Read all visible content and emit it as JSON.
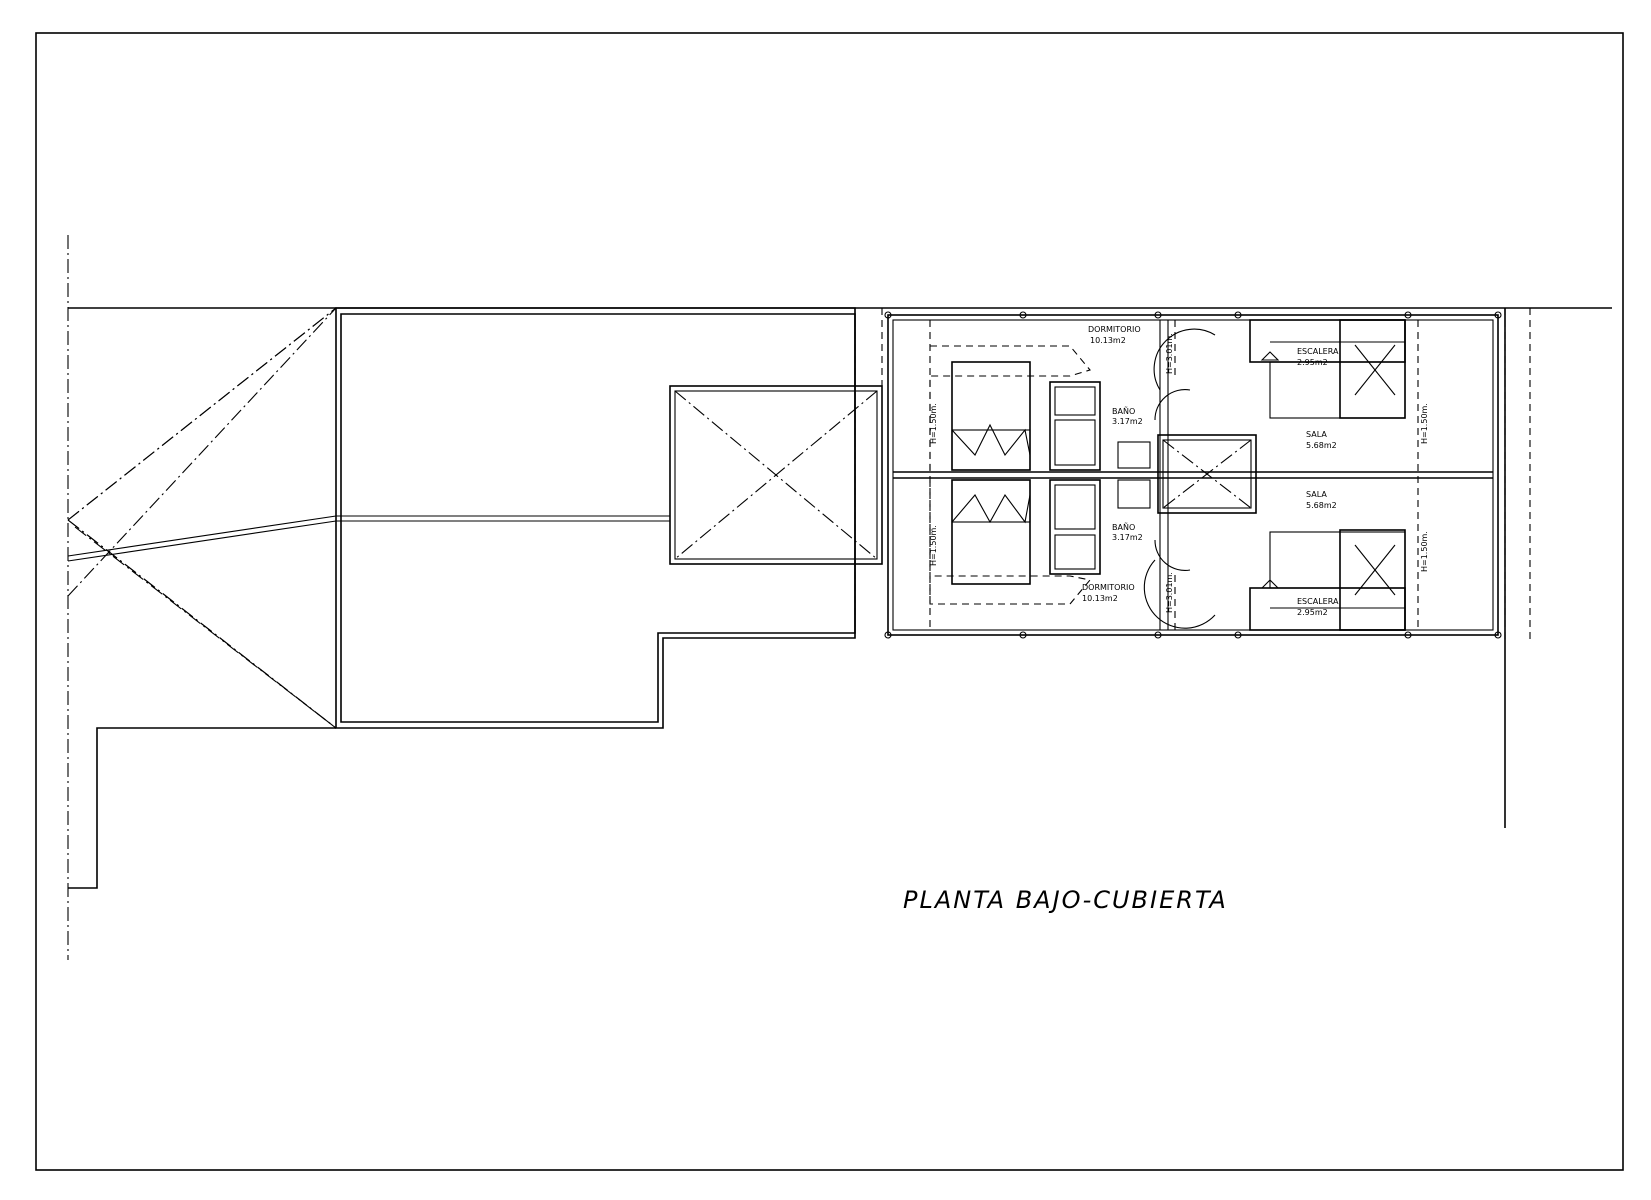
{
  "title": "PLANTA BAJO-CUBIERTA",
  "rooms": {
    "dormitorio_top": {
      "name": "DORMITORIO",
      "area": "10.13m2"
    },
    "dormitorio_bottom": {
      "name": "DORMITORIO",
      "area": "10.13m2"
    },
    "bano_top": {
      "name": "BAÑO",
      "area": "3.17m2"
    },
    "bano_bottom": {
      "name": "BAÑO",
      "area": "3.17m2"
    },
    "sala_top": {
      "name": "SALA",
      "area": "5.68m2"
    },
    "sala_bottom": {
      "name": "SALA",
      "area": "5.68m2"
    },
    "escalera_top": {
      "name": "ESCALERA",
      "area": "2.95m2"
    },
    "escalera_bottom": {
      "name": "ESCALERA",
      "area": "2.95m2"
    }
  },
  "heights": {
    "low": "H=1.50m.",
    "high": "H=3.01m."
  }
}
